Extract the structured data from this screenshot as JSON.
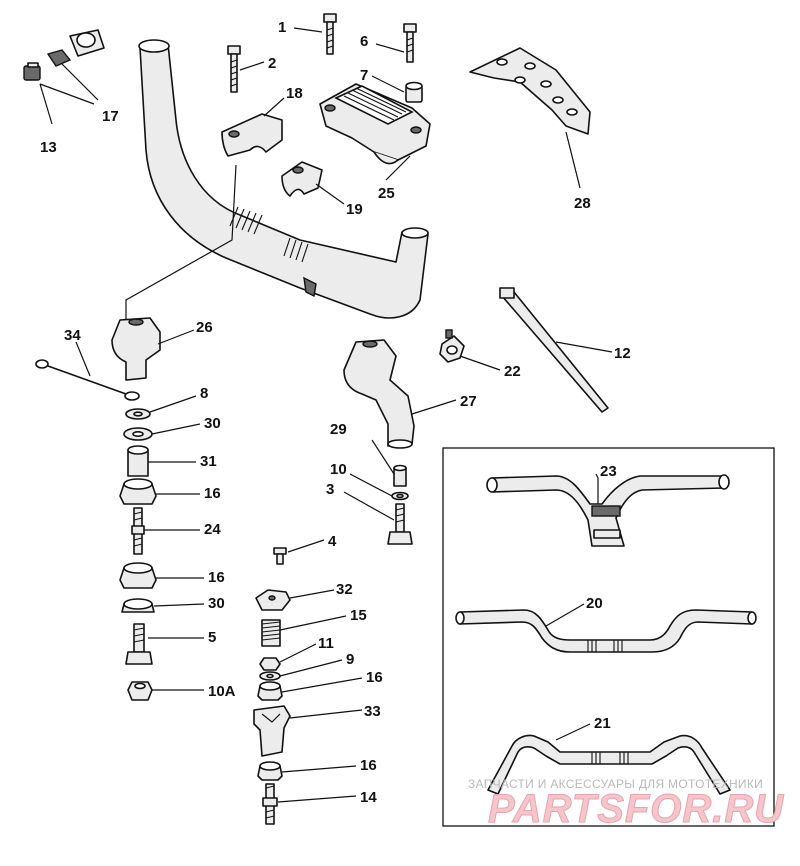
{
  "callouts": {
    "c1": "1",
    "c2": "2",
    "c3": "3",
    "c4": "4",
    "c5": "5",
    "c6": "6",
    "c7": "7",
    "c8": "8",
    "c9": "9",
    "c10a": "10",
    "c10b": "10A",
    "c11": "11",
    "c12": "12",
    "c13": "13",
    "c14": "14",
    "c15": "15",
    "c16a": "16",
    "c16b": "16",
    "c16c": "16",
    "c16d": "16",
    "c17": "17",
    "c18": "18",
    "c19": "19",
    "c20": "20",
    "c21": "21",
    "c22": "22",
    "c23": "23",
    "c24": "24",
    "c25": "25",
    "c26": "26",
    "c27": "27",
    "c28": "28",
    "c29": "29",
    "c30a": "30",
    "c30b": "30",
    "c31": "31",
    "c32": "32",
    "c33": "33",
    "c34": "34"
  },
  "watermark": {
    "caption": "ЗАПЧАСТИ И АКСЕССУАРЫ ДЛЯ МОТОТЕХНИКИ",
    "logo": "PARTSFOR.RU"
  },
  "colors": {
    "line": "#111111",
    "part_fill": "#ececec",
    "watermark": "#f4c6cc"
  }
}
